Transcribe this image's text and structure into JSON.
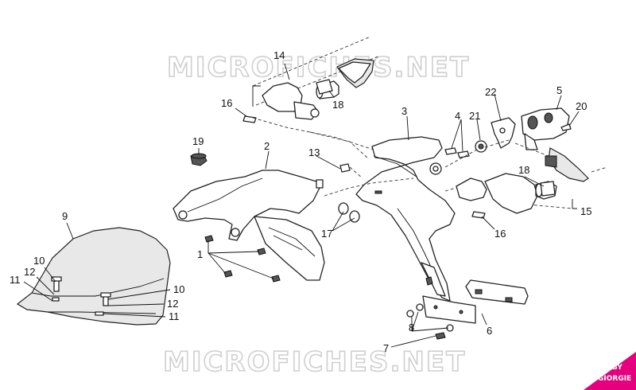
{
  "watermark": {
    "top": "MICROFICHES.NET",
    "bottom": "MICROFICHES.NET"
  },
  "brand": {
    "line1": "BY",
    "line2": "GIORGIE",
    "color": "#e6007e"
  },
  "callouts": {
    "c1": "1",
    "c2": "2",
    "c3": "3",
    "c4": "4",
    "c5": "5",
    "c6": "6",
    "c7": "7",
    "c8": "8",
    "c9": "9",
    "c10a": "10",
    "c10b": "10",
    "c11a": "11",
    "c11b": "11",
    "c12a": "12",
    "c12b": "12",
    "c13": "13",
    "c14": "14",
    "c15": "15",
    "c16a": "16",
    "c16b": "16",
    "c17": "17",
    "c18a": "18",
    "c18b": "18",
    "c19": "19",
    "c20": "20",
    "c21": "21",
    "c22": "22"
  }
}
